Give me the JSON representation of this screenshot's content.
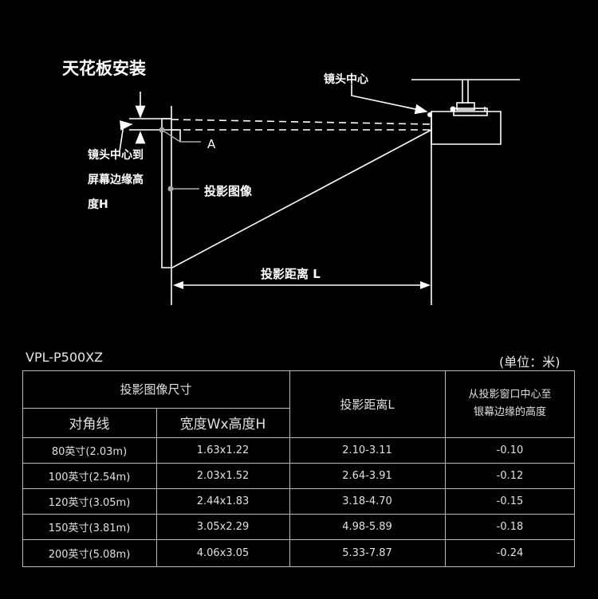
{
  "diagram": {
    "title": "天花板安装",
    "lens_center": "镜头中心",
    "height_label_lines": [
      "镜头中心到",
      "屏幕边缘高",
      "度H"
    ],
    "point_a": "A",
    "projected_image": "投影图像",
    "throw_distance": "投影距离 L"
  },
  "table": {
    "model": "VPL-P500XZ",
    "unit": "(单位：米)",
    "header_group": "投影图像尺寸",
    "col_diagonal": "对角线",
    "col_wh": "宽度Wx高度H",
    "col_distance": "投影距离L",
    "col_offset_lines": [
      "从投影窗口中心至",
      "银幕边缘的高度"
    ],
    "rows": [
      {
        "diagonal": "80英寸(2.03m)",
        "wh": "1.63x1.22",
        "distance": "2.10-3.11",
        "offset": "-0.10"
      },
      {
        "diagonal": "100英寸(2.54m)",
        "wh": "2.03x1.52",
        "distance": "2.64-3.91",
        "offset": "-0.12"
      },
      {
        "diagonal": "120英寸(3.05m)",
        "wh": "2.44x1.83",
        "distance": "3.18-4.70",
        "offset": "-0.15"
      },
      {
        "diagonal": "150英寸(3.81m)",
        "wh": "3.05x2.29",
        "distance": "4.98-5.89",
        "offset": "-0.18"
      },
      {
        "diagonal": "200英寸(5.08m)",
        "wh": "4.06x3.05",
        "distance": "5.33-7.87",
        "offset": "-0.24"
      }
    ]
  }
}
